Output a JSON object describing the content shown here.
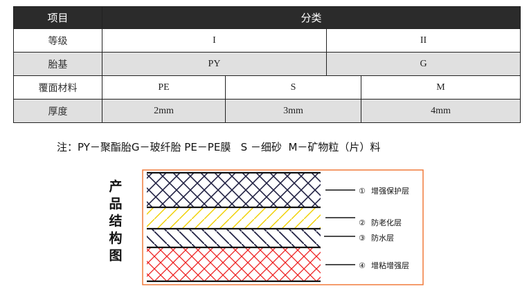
{
  "table": {
    "header": {
      "item": "项目",
      "category": "分类"
    },
    "rows": [
      {
        "label": "等级",
        "cells": [
          "I",
          "II"
        ]
      },
      {
        "label": "胎基",
        "cells": [
          "PY",
          "G"
        ]
      },
      {
        "label": "覆面材料",
        "cells": [
          "PE",
          "S",
          "M"
        ]
      },
      {
        "label": "厚度",
        "cells": [
          "2mm",
          "3mm",
          "4mm"
        ]
      }
    ]
  },
  "note": "注：PY－聚酯胎G－玻纤胎 PE－PE膜   S －细砂  M－矿物粒（片）料",
  "diagram": {
    "title_chars": [
      "产",
      "品",
      "结",
      "构",
      "图"
    ],
    "layers": [
      {
        "num": "①",
        "name": "增强保护层"
      },
      {
        "num": "②",
        "name": "防老化层"
      },
      {
        "num": "③",
        "name": "防水层"
      },
      {
        "num": "④",
        "name": "增粘增强层"
      }
    ],
    "colors": {
      "border": "#f07a3a",
      "layer1": "#222244",
      "layer2": "#f0d000",
      "layer3": "#222244",
      "layer4": "#ee2020"
    }
  }
}
